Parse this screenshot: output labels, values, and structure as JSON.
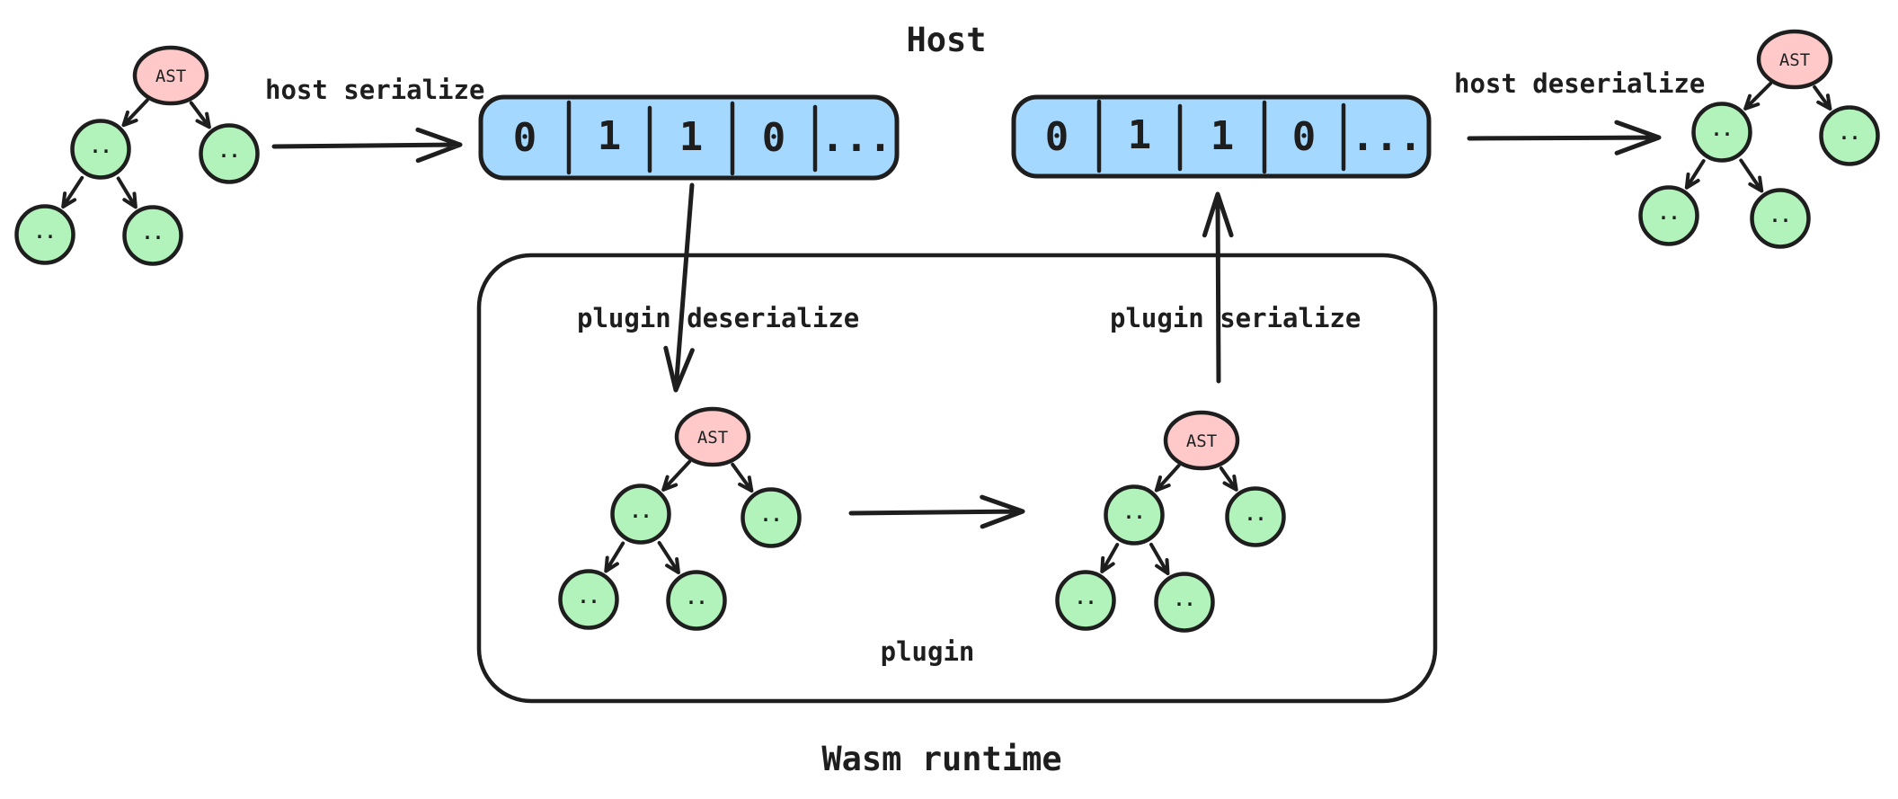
{
  "titles": {
    "host": "Host",
    "wasm_runtime": "Wasm runtime"
  },
  "plugin_box": {
    "label": "plugin"
  },
  "flow_labels": {
    "host_serialize": "host serialize",
    "plugin_deserialize": "plugin deserialize",
    "plugin_serialize": "plugin serialize",
    "host_deserialize": "host deserialize"
  },
  "byte_arrays": [
    {
      "cells": [
        "0",
        "1",
        "1",
        "0",
        "..."
      ]
    },
    {
      "cells": [
        "0",
        "1",
        "1",
        "0",
        "..."
      ]
    }
  ],
  "ast_trees": [
    {
      "root_label": "AST",
      "child_label": ".."
    },
    {
      "root_label": "AST",
      "child_label": ".."
    },
    {
      "root_label": "AST",
      "child_label": ".."
    },
    {
      "root_label": "AST",
      "child_label": ".."
    }
  ],
  "colors": {
    "stroke": "#1e1e1e",
    "ast_root_fill": "#ffc9c9",
    "ast_node_fill": "#b2f2bb",
    "byte_array_fill": "#a5d8ff",
    "background": "#ffffff"
  }
}
